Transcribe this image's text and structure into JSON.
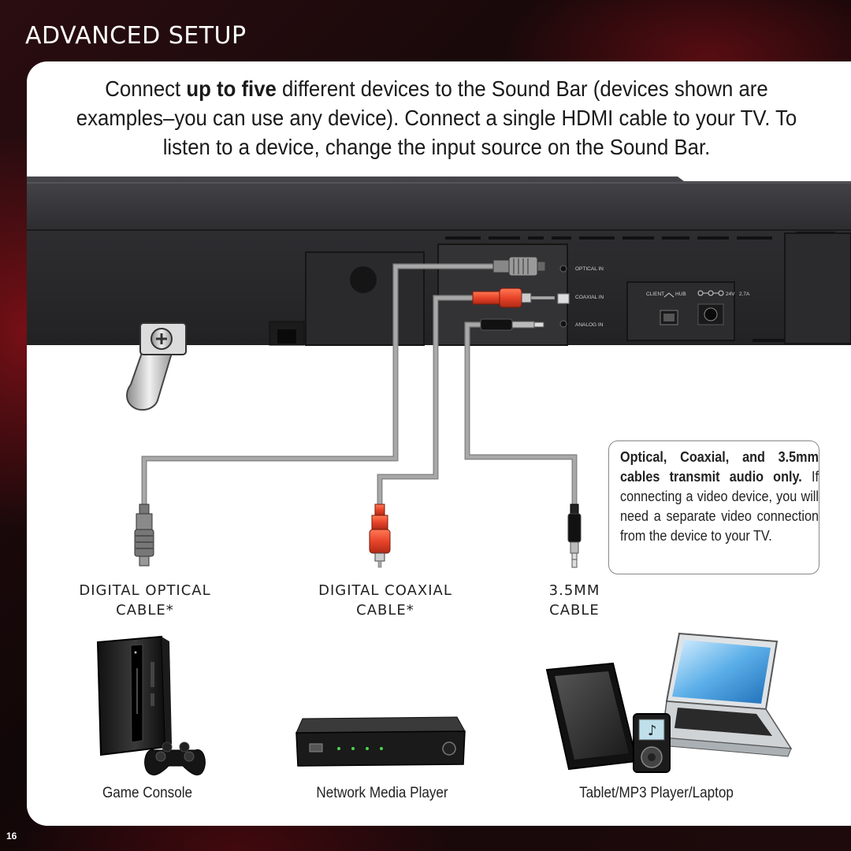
{
  "header": {
    "section_title": "ADVANCED SETUP"
  },
  "intro": {
    "part1": "Connect ",
    "emphasis": "up to five",
    "part2": " different devices to the Sound Bar (devices shown are examples–you can use any device). Connect a single HDMI cable to your TV. To listen to a device, change the input source on the Sound Bar."
  },
  "soundbar_panel": {
    "optical_in": "OPTICAL IN",
    "coaxial_in": "COAXIAL IN",
    "analog_in": "ANALOG IN",
    "client": "CLIENT",
    "hub": "HUB",
    "power_voltage": "24V",
    "power_current": "2.7A"
  },
  "cables": {
    "optical": {
      "line1": "DIGITAL OPTICAL",
      "line2": "CABLE*"
    },
    "coaxial": {
      "line1": "DIGITAL COAXIAL",
      "line2": "CABLE*"
    },
    "analog": {
      "line1": "3.5MM",
      "line2": "CABLE"
    }
  },
  "note": {
    "bold": "Optical, Coaxial, and 3.5mm cables transmit audio only.",
    "text": " If connecting a video device, you will need a separate video connection from the device to your TV."
  },
  "devices": {
    "console": "Game Console",
    "media_player": "Network Media Player",
    "tablet_mp3_laptop": "Tablet/MP3 Player/Laptop"
  },
  "page_number": "16",
  "colors": {
    "accent_red": "#e8442a",
    "panel_dark": "#2d2d2f",
    "background": "#1a0a0b"
  },
  "icons": [
    "screw-icon",
    "bracket-icon",
    "optical-plug-icon",
    "rca-plug-icon",
    "3.5mm-plug-icon",
    "game-console-icon",
    "controller-icon",
    "media-player-icon",
    "tablet-icon",
    "mp3-player-icon",
    "laptop-icon"
  ]
}
